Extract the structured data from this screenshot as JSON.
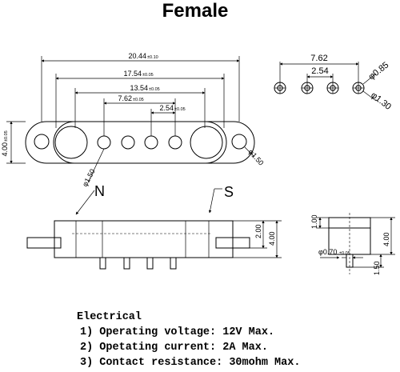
{
  "title": "Female",
  "top_view": {
    "dims": {
      "overall": "20.44",
      "overall_tol": "±0.10",
      "outer_pins": "17.54",
      "outer_pins_tol": "±0.05",
      "mid_pins": "13.54",
      "mid_pins_tol": "±0.05",
      "inner_pins": "7.62",
      "inner_pins_tol": "±0.05",
      "pitch": "2.54",
      "pitch_tol": "±0.05",
      "height": "4.00",
      "height_tol": "±0.05",
      "hole_left": "φ1.50",
      "hole_right": "φ1.50"
    }
  },
  "pcb_view": {
    "dims": {
      "span": "7.62",
      "pitch": "2.54",
      "pad_outer": "φ0.85",
      "pad_hole": "φ1.30"
    }
  },
  "side_view": {
    "label_n": "N",
    "label_s": "S",
    "dims": {
      "h1": "2.00",
      "h2": "4.00"
    }
  },
  "end_view": {
    "dims": {
      "top": "1.00",
      "height": "4.00",
      "pin_dia": "φ0.70",
      "pin_dia_tol": "±0.05",
      "pin_len": "1.50"
    }
  },
  "notes": {
    "heading": "Electrical",
    "items": [
      "1) Operating voltage: 12V Max.",
      "2) Opetating current: 2A Max.",
      "3) Contact resistance: 30mohm Max."
    ]
  }
}
